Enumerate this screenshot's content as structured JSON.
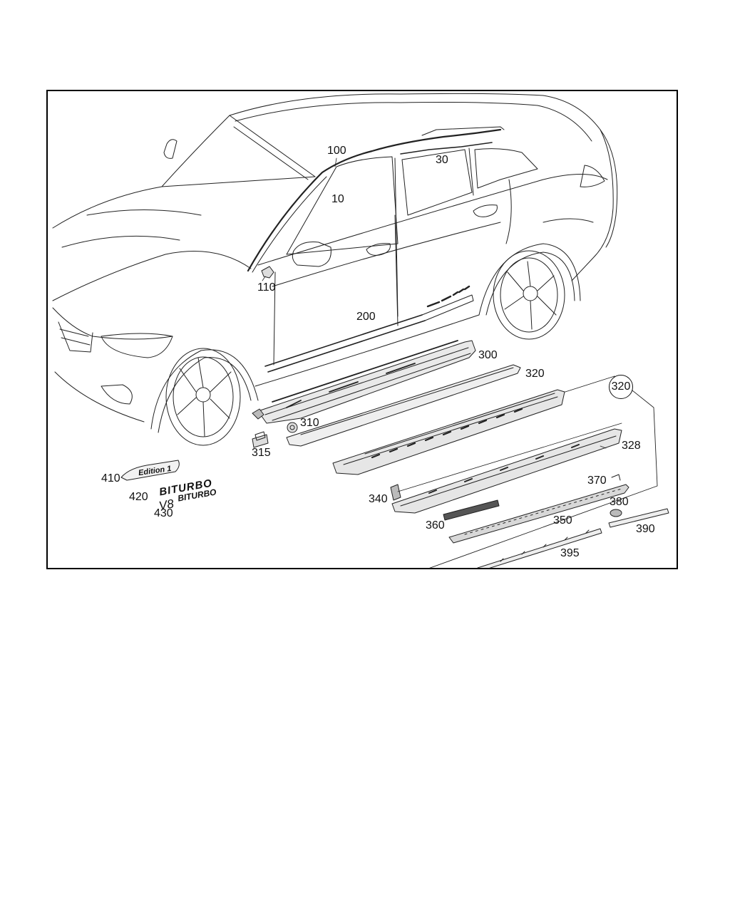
{
  "callouts": {
    "c100": "100",
    "c30": "30",
    "c10": "10",
    "c110": "110",
    "c200": "200",
    "c300": "300",
    "c320": "320",
    "c320_badge": "320",
    "c310": "310",
    "c315": "315",
    "c328": "328",
    "c410": "410",
    "c420": "420",
    "c430": "430",
    "c340": "340",
    "c370": "370",
    "c380": "380",
    "c360": "360",
    "c350": "350",
    "c390": "390",
    "c395": "395"
  },
  "emblems": {
    "edition": "Edition 1",
    "biturbo": "BITURBO",
    "v8": "V8",
    "v8_biturbo": "BITURBO"
  },
  "colors": {
    "line": "#222222",
    "fill_light": "#e6e6e6",
    "fill_mid": "#bdbdbd"
  }
}
